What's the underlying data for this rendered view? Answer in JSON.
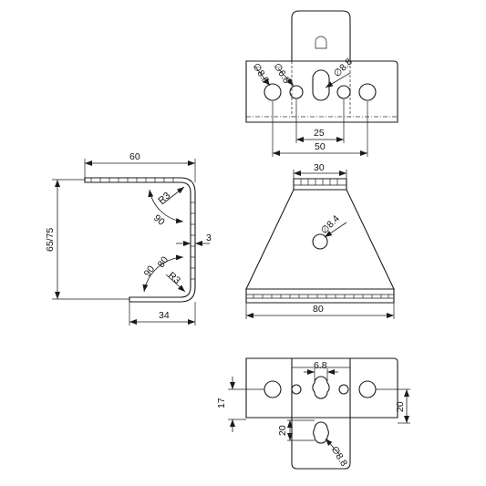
{
  "labels": {
    "top_hole_a": "∅8.8",
    "top_hole_b": "∅6.8",
    "top_hole_c": "∅8.8",
    "top_dim_25": "25",
    "top_dim_50": "50",
    "side_dim_60": "60",
    "side_dim_65_75": "65/75",
    "side_radius_upper": "R3",
    "side_angle_upper": "90",
    "side_thickness": "3",
    "side_angle_lower": "90",
    "side_angle_lower_alt": "80",
    "side_radius_lower": "R3",
    "side_dim_34": "34",
    "front_dim_30": "30",
    "front_hole": "∅8.4",
    "front_dim_80": "80",
    "bottom_dim_6_8": "6.8",
    "bottom_dim_17": "17",
    "bottom_dim_20_left": "20",
    "bottom_dim_20_right": "20",
    "bottom_hole": "∅8.8"
  }
}
